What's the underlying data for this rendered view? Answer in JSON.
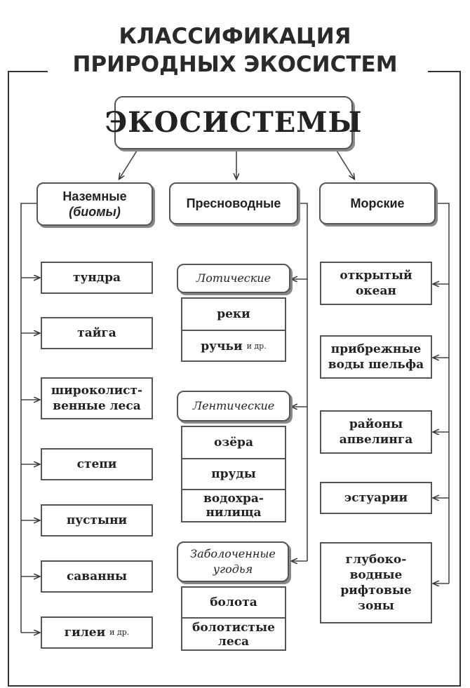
{
  "title": {
    "line1": "КЛАССИФИКАЦИЯ",
    "line2": "ПРИРОДНЫХ ЭКОСИСТЕМ"
  },
  "root": {
    "label": "ЭКОСИСТЕМЫ"
  },
  "categories": {
    "land": {
      "label": "Наземные",
      "sublabel": "(биомы)"
    },
    "fresh": {
      "label": "Пресноводные"
    },
    "marine": {
      "label": "Морские"
    }
  },
  "land_items": [
    "тундра",
    "тайга",
    "широколист-венные леса",
    "степи",
    "пустыни",
    "саванны"
  ],
  "land_last": {
    "label": "гилеи",
    "suffix": "и др."
  },
  "fresh": {
    "lotic": {
      "label": "Лотические",
      "items": [
        "реки"
      ],
      "last": "ручьи",
      "last_suffix": "и др."
    },
    "lentic": {
      "label": "Лентические",
      "items": [
        "озёра",
        "пруды",
        "водохра-нилища"
      ]
    },
    "wetlands": {
      "label": "Заболоченные угодья",
      "items": [
        "болота",
        "болотистые леса"
      ]
    }
  },
  "marine_items": [
    "открытый океан",
    "прибрежные воды шельфа",
    "районы апвелинга",
    "эстуарии",
    "глубоко-водные рифтовые зоны"
  ]
}
